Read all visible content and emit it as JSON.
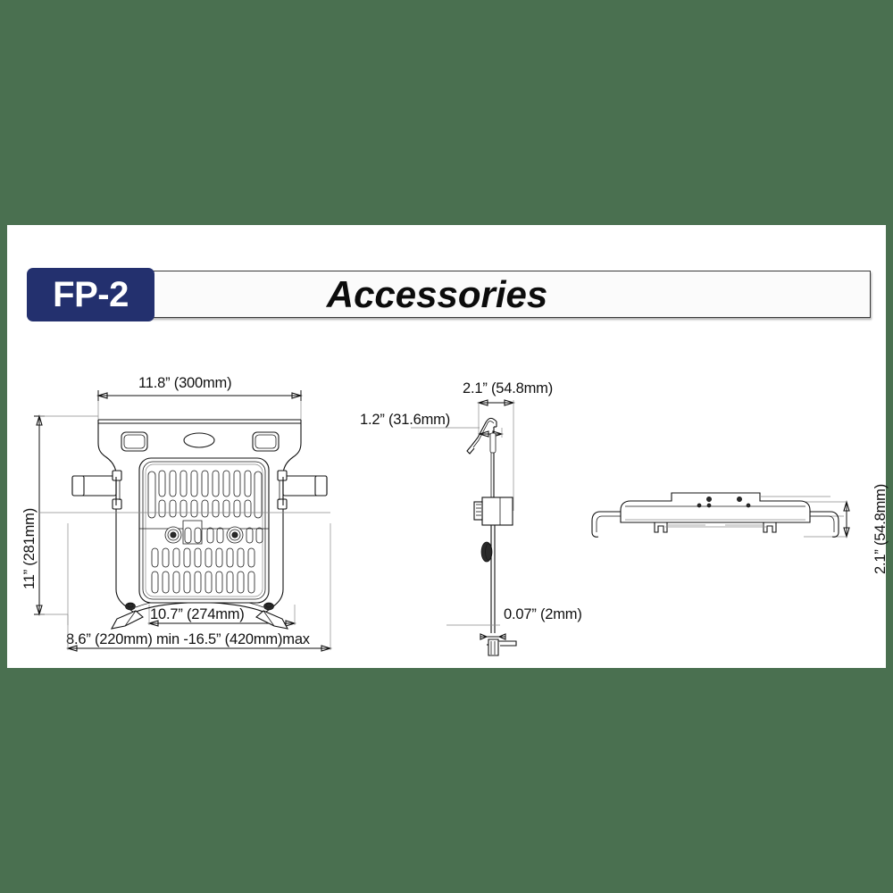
{
  "page": {
    "background_color": "#4a7050",
    "sheet_color": "#ffffff"
  },
  "header": {
    "model_code": "FP-2",
    "title": "Accessories",
    "badge_color": "#23306e",
    "badge_text_color": "#ffffff",
    "plate_color": "#fbfbfb"
  },
  "drawings": {
    "front_view": {
      "name": "notebook-tray-front-view",
      "dimensions": {
        "width_top": "11.8”  (300mm)",
        "height_left": "11”  (281mm)",
        "width_inner_bottom": "10.7”  (274mm)",
        "width_range_bottom": "8.6” (220mm) min -16.5”  (420mm)max"
      }
    },
    "side_view": {
      "name": "notebook-tray-side-view",
      "dimensions": {
        "depth_top": "2.1”  (54.8mm)",
        "offset_left": "1.2”  (31.6mm)",
        "thickness_bottom": "0.07”  (2mm)"
      }
    },
    "bottom_view": {
      "name": "notebook-tray-bottom-view",
      "dimensions": {
        "height_right": "2.1”  (54.8mm)"
      }
    }
  }
}
